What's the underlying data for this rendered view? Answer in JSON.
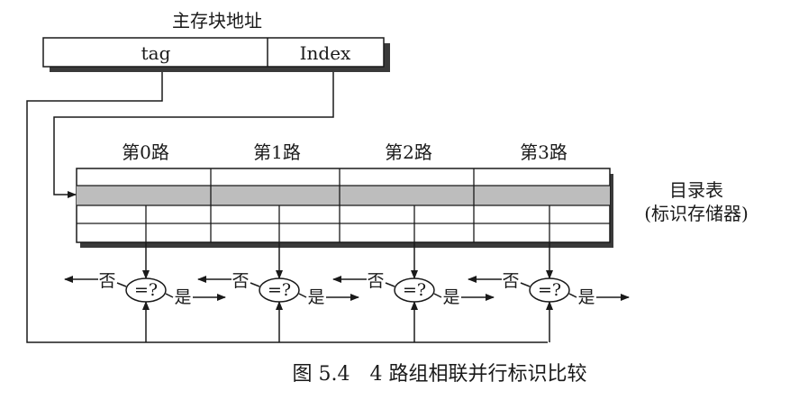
{
  "address": {
    "title": "主存块地址",
    "tag_label": "tag",
    "index_label": "Index"
  },
  "ways": [
    {
      "label": "第0路"
    },
    {
      "label": "第1路"
    },
    {
      "label": "第2路"
    },
    {
      "label": "第3路"
    }
  ],
  "directory": {
    "label": "目录表",
    "sublabel": "(标识存储器)"
  },
  "comparators": [
    {
      "symbol": "=?",
      "no": "否",
      "yes": "是"
    },
    {
      "symbol": "=?",
      "no": "否",
      "yes": "是"
    },
    {
      "symbol": "=?",
      "no": "否",
      "yes": "是"
    },
    {
      "symbol": "=?",
      "no": "否",
      "yes": "是"
    }
  ],
  "caption": "图 5.4　4 路组相联并行标识比较",
  "colors": {
    "line": "#1a1a1a",
    "shaded_row": "#bdbdbd",
    "shadow": "#3a3a3a"
  }
}
